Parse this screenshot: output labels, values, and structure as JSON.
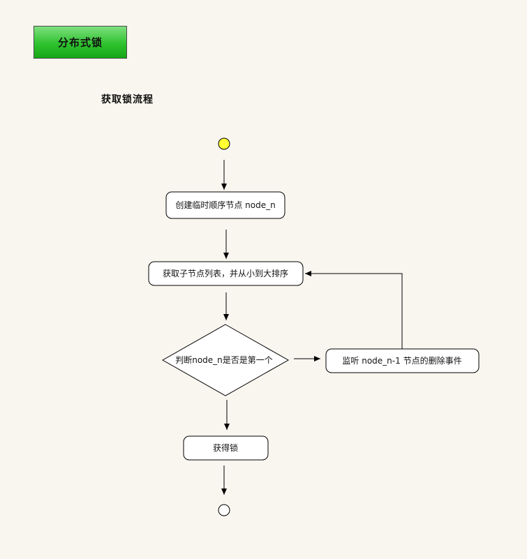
{
  "header": {
    "title": "分布式锁"
  },
  "section": {
    "title": "获取锁流程"
  },
  "flow": {
    "nodes": {
      "create": "创建临时顺序节点 node_n",
      "list": "获取子节点列表，并从小到大排序",
      "decision": "判断node_n是否是第一个",
      "watch": "监听 node_n-1 节点的删除事件",
      "acquire": "获得锁"
    }
  },
  "colors": {
    "background": "#f9f6ef",
    "start_node": "#ffff33",
    "title_green": "#2fc22f"
  }
}
